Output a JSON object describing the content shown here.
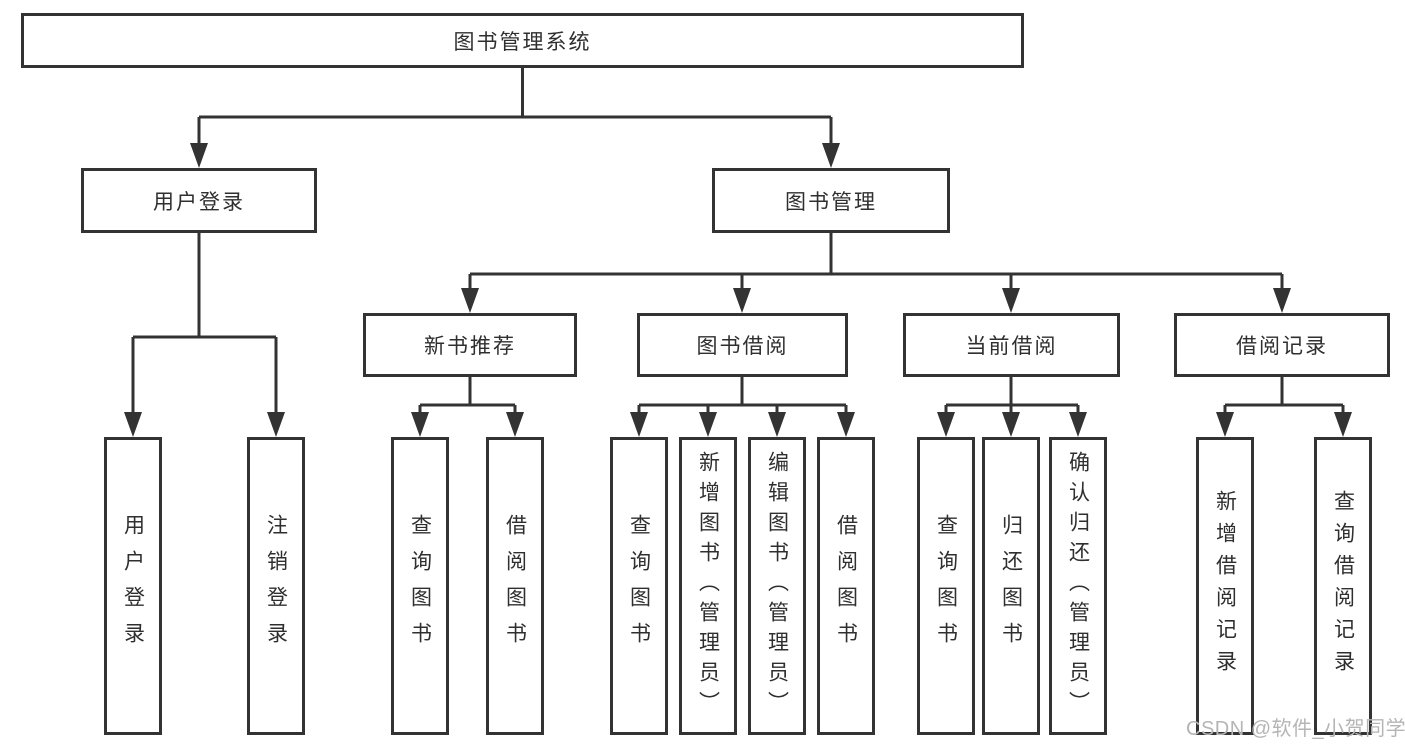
{
  "diagram": {
    "title": "图书管理系统",
    "level1": {
      "user_login": "用户登录",
      "book_management": "图书管理"
    },
    "level2": {
      "new_book_recommend": "新书推荐",
      "book_borrowing": "图书借阅",
      "current_borrowing": "当前借阅",
      "borrowing_records": "借阅记录"
    },
    "leaves": {
      "user_login": "用户登录",
      "logout": "注销登录",
      "nbr_query_books": "查询图书",
      "nbr_borrow_books": "借阅图书",
      "bb_query_books": "查询图书",
      "bb_add_books_admin": "新增图书（管理员）",
      "bb_edit_books_admin": "编辑图书（管理员）",
      "bb_borrow_books": "借阅图书",
      "cb_query_books": "查询图书",
      "cb_return_books": "归还图书",
      "cb_confirm_return_admin": "确认归还（管理员）",
      "br_add_record": "新增借阅记录",
      "br_query_record": "查询借阅记录"
    }
  },
  "watermark": "CSDN @软件_小贺同学",
  "colors": {
    "line": "#333333",
    "ink": "#2f2f2f",
    "watermark": "#b5b5b5",
    "background": "#ffffff"
  }
}
